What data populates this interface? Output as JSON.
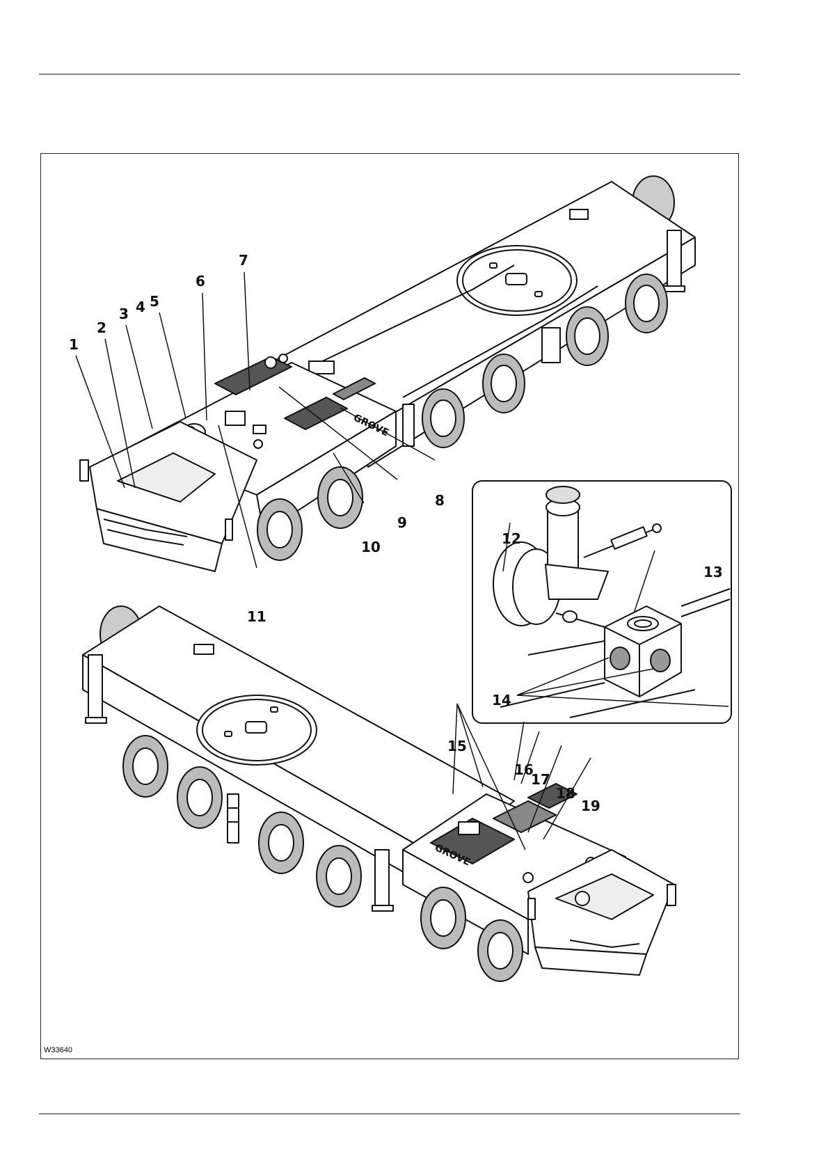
{
  "figure": {
    "id": "W33640",
    "brand_text": "GROVE",
    "callouts": [
      "1",
      "2",
      "3",
      "4",
      "5",
      "6",
      "7",
      "8",
      "9",
      "10",
      "11",
      "12",
      "13",
      "14",
      "15",
      "16",
      "17",
      "18",
      "19"
    ]
  }
}
